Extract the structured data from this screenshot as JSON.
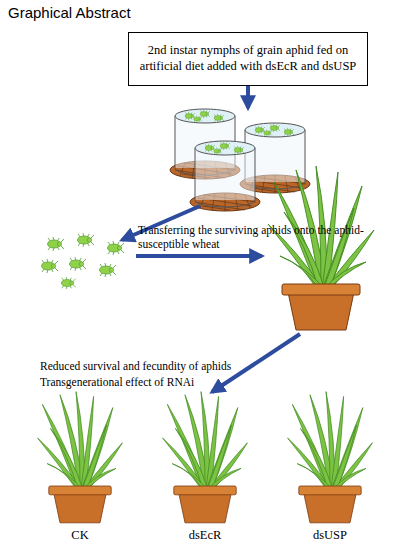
{
  "diagram": {
    "title": "Graphical Abstract",
    "nodes": [
      {
        "text": [
          "2nd instar nymphs of grain aphid fed on artificial diet added with dsEcR and dsUSP"
        ]
      }
    ],
    "labels": [
      "Transferring the surviving aphids onto the aphid-susceptible wheat",
      "Reduced survival and fecundity of aphids",
      "Transgenerational effect of RNAi",
      "CK",
      "dsEcR",
      "dsUSP"
    ]
  }
}
